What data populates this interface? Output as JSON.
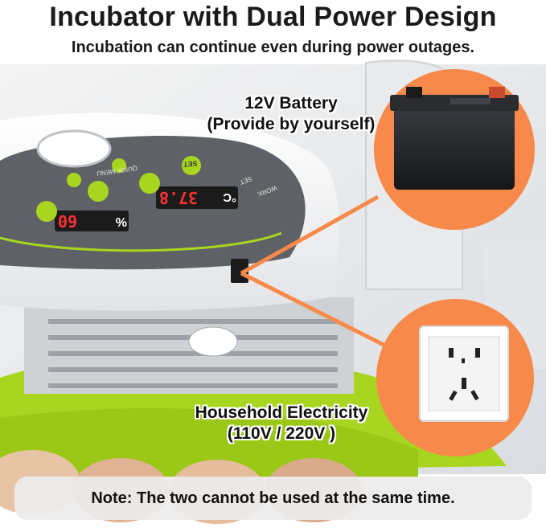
{
  "header": {
    "title": "Incubator with Dual Power Design",
    "subtitle": "Incubation can continue even during power outages."
  },
  "battery": {
    "line1": "12V Battery",
    "line2": "(Provide by yourself)"
  },
  "household": {
    "line1": "Household Electricity",
    "line2": "(110V / 220V )"
  },
  "note": {
    "text": "Note: The two cannot be used at the same time."
  },
  "panel": {
    "temp_display": "37.8",
    "temp_unit": "°C",
    "humidity_display": "60",
    "humidity_unit": "%",
    "quick_menu_label": "QUICK MENU",
    "work_label": "WORK",
    "set_label": "SET",
    "set_button": "SET"
  },
  "colors": {
    "accent_orange": "#f7894a",
    "accent_green": "#a8d620",
    "panel_gray": "#5e6166",
    "display_red": "#ff3030"
  }
}
